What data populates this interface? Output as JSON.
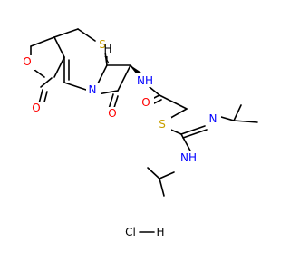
{
  "colors": {
    "oxygen": "#ff0000",
    "nitrogen": "#0000ff",
    "sulfur": "#c8a000",
    "carbon": "#000000",
    "hydrogen_chloride": "#000000"
  },
  "atoms": {
    "o_ring": "O",
    "o_lactone": "O",
    "s_ring": "S",
    "n_beta": "N",
    "h_stereo": "H",
    "o_betalactam": "O",
    "nh_amide": "NH",
    "o_amide": "O",
    "s_thio": "S",
    "n_imine": "N",
    "nh_amidine": "NH"
  },
  "salt": {
    "cl": "Cl",
    "h": "H"
  }
}
